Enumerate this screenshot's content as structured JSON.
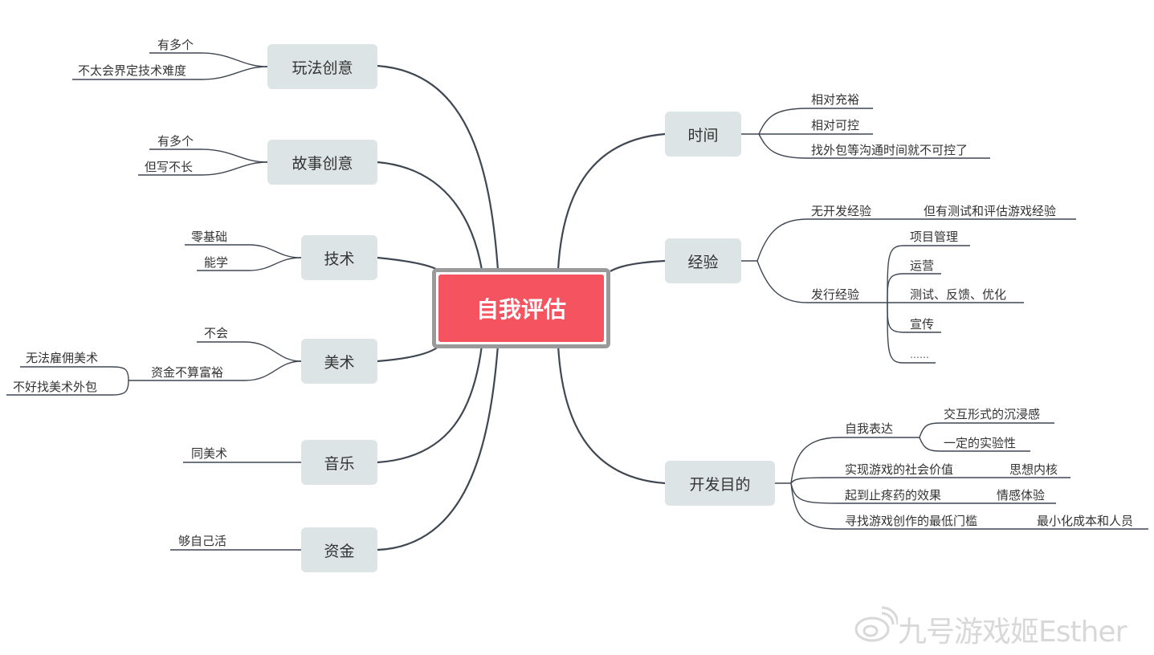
{
  "center": {
    "label": "自我评估"
  },
  "left": [
    {
      "label": "玩法创意",
      "children": [
        {
          "label": "有多个"
        },
        {
          "label": "不太会界定技术难度"
        }
      ]
    },
    {
      "label": "故事创意",
      "children": [
        {
          "label": "有多个"
        },
        {
          "label": "但写不长"
        }
      ]
    },
    {
      "label": "技术",
      "children": [
        {
          "label": "零基础"
        },
        {
          "label": "能学"
        }
      ]
    },
    {
      "label": "美术",
      "children": [
        {
          "label": "不会"
        },
        {
          "label": "资金不算富裕",
          "children": [
            {
              "label": "无法雇佣美术"
            },
            {
              "label": "不好找美术外包"
            }
          ]
        }
      ]
    },
    {
      "label": "音乐",
      "children": [
        {
          "label": "同美术"
        }
      ]
    },
    {
      "label": "资金",
      "children": [
        {
          "label": "够自己活"
        }
      ]
    }
  ],
  "right": [
    {
      "label": "时间",
      "children": [
        {
          "label": "相对充裕"
        },
        {
          "label": "相对可控"
        },
        {
          "label": "找外包等沟通时间就不可控了"
        }
      ]
    },
    {
      "label": "经验",
      "children": [
        {
          "label": "无开发经验",
          "children": [
            {
              "label": "但有测试和评估游戏经验"
            }
          ]
        },
        {
          "label": "发行经验",
          "children": [
            {
              "label": "项目管理"
            },
            {
              "label": "运营"
            },
            {
              "label": "测试、反馈、优化"
            },
            {
              "label": "宣传"
            },
            {
              "label": "……"
            }
          ]
        }
      ]
    },
    {
      "label": "开发目的",
      "children": [
        {
          "label": "自我表达",
          "children": [
            {
              "label": "交互形式的沉浸感"
            },
            {
              "label": "一定的实验性"
            }
          ]
        },
        {
          "label": "实现游戏的社会价值",
          "children": [
            {
              "label": "思想内核"
            }
          ]
        },
        {
          "label": "起到止疼药的效果",
          "children": [
            {
              "label": "情感体验"
            }
          ]
        },
        {
          "label": "寻找游戏创作的最低门槛",
          "children": [
            {
              "label": "最小化成本和人员"
            }
          ]
        }
      ]
    }
  ],
  "watermark": "九号游戏姬Esther",
  "watermark_icon": "weibo-logo-icon"
}
